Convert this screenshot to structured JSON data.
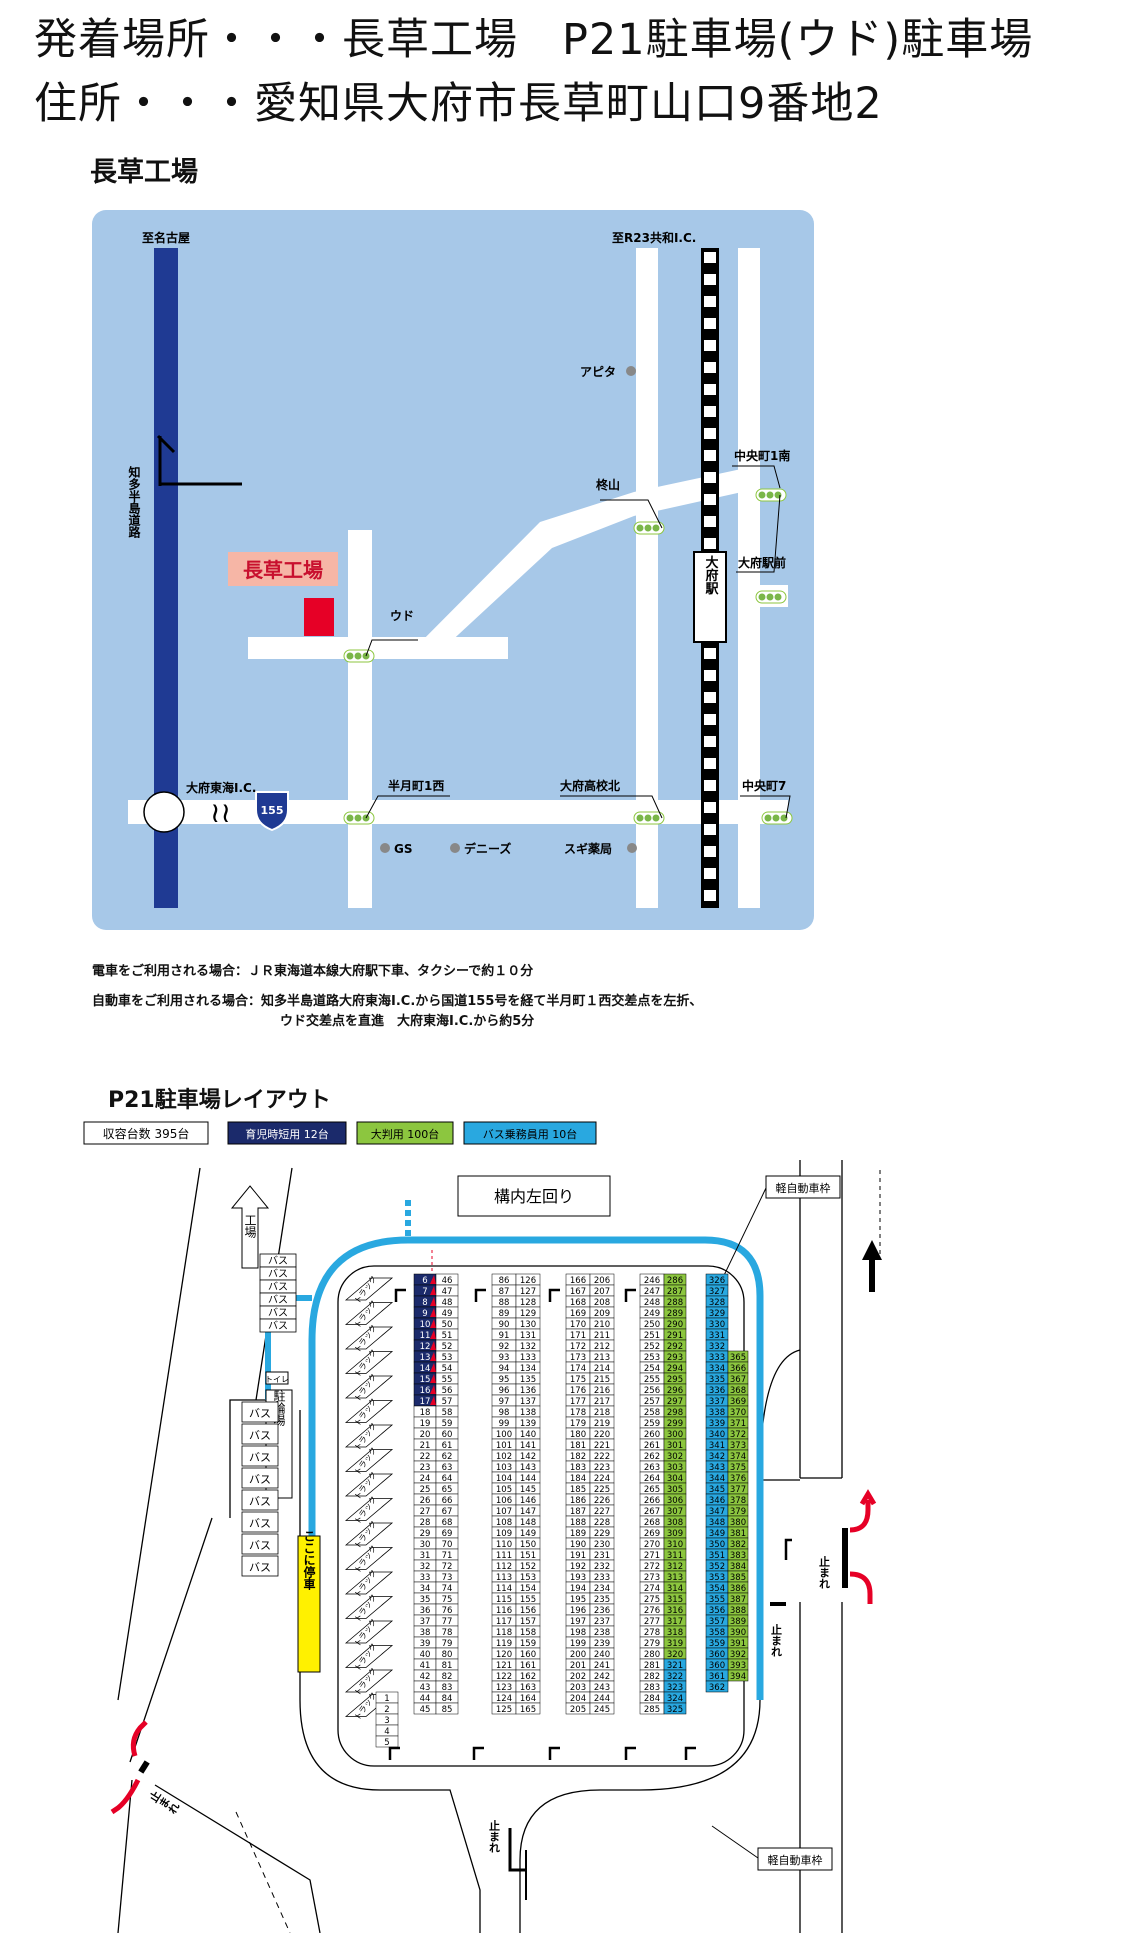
{
  "header": {
    "line1": "発着場所・・・長草工場　P21駐車場(ウド)駐車場",
    "line2": "住所・・・愛知県大府市長草町山口9番地2"
  },
  "area_map": {
    "title": "長草工場",
    "labels": {
      "to_nagoya": "至名古屋",
      "to_r23": "至R23共和I.C.",
      "chita_road": "知多半島道路",
      "apita": "アピタ",
      "hiiragiyama": "柊山",
      "chuo1minami": "中央町1南",
      "obu_station_mae": "大府駅前",
      "obu_station": "大府駅",
      "factory": "長草工場",
      "udo": "ウド",
      "obu_tokai_ic": "大府東海I.C.",
      "route155": "155",
      "hangetsu1nishi": "半月町1西",
      "obu_high_north": "大府高校北",
      "chuo7": "中央町7",
      "gs": "GS",
      "dennys": "デニーズ",
      "sugi": "スギ薬局"
    },
    "access_train": "電車をご利用される場合：ＪＲ東海道本線大府駅下車、タクシーで約１０分",
    "access_car_1": "自動車をご利用される場合：知多半島道路大府東海I.C.から国道155号を経て半月町１西交差点を左折、",
    "access_car_2": "ウド交差点を直進　大府東海I.C.から約5分"
  },
  "parking": {
    "title": "P21駐車場レイアウト",
    "capacity": "収容台数 395台",
    "legend": [
      {
        "label": "育児時短用 12台",
        "color": "#1b2a6b",
        "text": "#ffffff"
      },
      {
        "label": "大判用 100台",
        "color": "#8cc63f",
        "text": "#000000"
      },
      {
        "label": "バス乗務員用 10台",
        "color": "#29a8e0",
        "text": "#000000"
      }
    ],
    "left_loop": "構内左回り",
    "kei_car_top": "軽自動車枠",
    "kei_car_bottom": "軽自動車枠",
    "factory": "工場",
    "toilet": "トイレ",
    "bike": "駐輪場",
    "stop_here": "ここに停車",
    "stop": "止まれ",
    "truck": "トラック",
    "bus": "バス",
    "colors": {
      "road": "#a7c8e8",
      "loop": "#29a8e0",
      "ikuji": "#1b2a6b",
      "daihan": "#8cc63f",
      "bus_staff": "#29a8e0",
      "factory_mark": "#e60026",
      "stop_box": "#fff100"
    }
  }
}
